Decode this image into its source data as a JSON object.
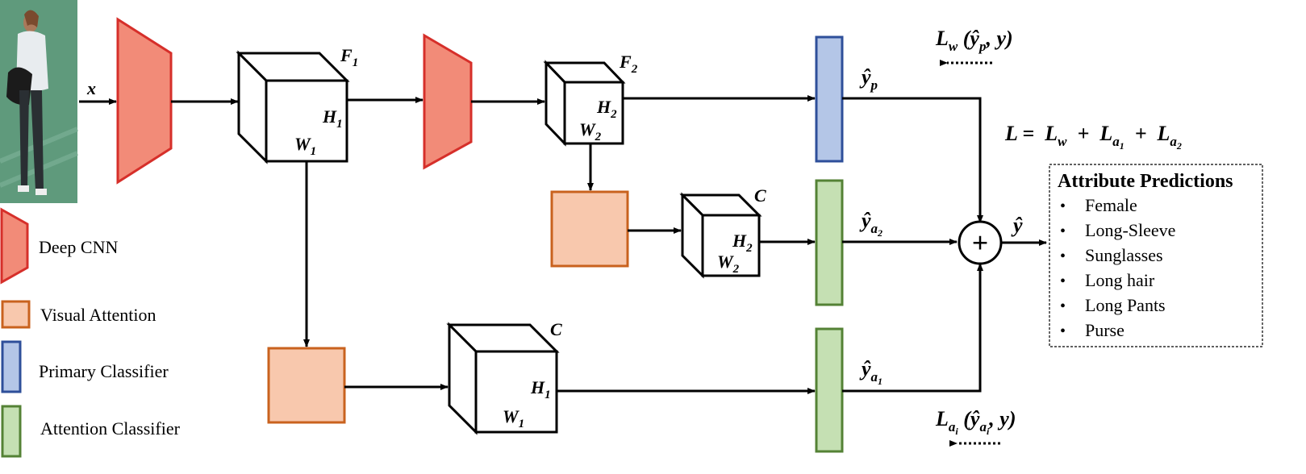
{
  "colors": {
    "cnn_fill": "#f28b78",
    "cnn_stroke": "#d62f2a",
    "attention_fill": "#f8c8ad",
    "attention_stroke": "#c9621e",
    "primary_fill": "#b4c6e7",
    "primary_stroke": "#2e4f9a",
    "attn_clf_fill": "#c5e0b3",
    "attn_clf_stroke": "#548235",
    "photo_bg": "#5f9a7c"
  },
  "labels": {
    "input": "x",
    "f1": "F",
    "f1_sub": "1",
    "f2": "F",
    "f2_sub": "2",
    "h1": "H",
    "h1_sub": "1",
    "w1": "W",
    "w1_sub": "1",
    "h2": "H",
    "h2_sub": "2",
    "w2": "W",
    "w2_sub": "2",
    "c_top": "C",
    "h2b": "H",
    "h2b_sub": "2",
    "w2b": "W",
    "w2b_sub": "2",
    "c_bottom": "C",
    "h1b": "H",
    "h1b_sub": "1",
    "w1b": "W",
    "w1b_sub": "1",
    "y_p": "ŷ",
    "y_p_sub": "p",
    "y_a2": "ŷ",
    "y_a2_sub": "a",
    "y_a2_subsub": "2",
    "y_a1": "ŷ",
    "y_a1_sub": "a",
    "y_a1_subsub": "1",
    "y_out": "ŷ",
    "plus": "+"
  },
  "losses": {
    "lw_L": "L",
    "lw_sub": "w",
    "lw_args_open": " (",
    "lw_yhat": "ŷ",
    "lw_yhat_sub": "p",
    "lw_args_close": ", y)",
    "la_L": "L",
    "la_sub": "a",
    "la_subsub": "i",
    "la_args_open": " (",
    "la_yhat": "ŷ",
    "la_yhat_sub": "a",
    "la_yhat_subsub": "i",
    "la_args_close": ", y)",
    "total_L": "L",
    "total_eq": " =  ",
    "total_t1": "L",
    "total_t1_sub": "w",
    "total_plus1": "  +  ",
    "total_t2": "L",
    "total_t2_sub": "a",
    "total_t2_subsub": "1",
    "total_plus2": "  +  ",
    "total_t3": "L",
    "total_t3_sub": "a",
    "total_t3_subsub": "2"
  },
  "attribute_predictions": {
    "title": "Attribute Predictions",
    "bullet": "•",
    "items": [
      "Female",
      "Long-Sleeve",
      "Sunglasses",
      "Long hair",
      "Long Pants",
      "Purse"
    ]
  },
  "legend": {
    "deep_cnn": "Deep CNN",
    "visual_attention": "Visual Attention",
    "primary_classifier": "Primary Classifier",
    "attention_classifier": "Attention Classifier"
  }
}
